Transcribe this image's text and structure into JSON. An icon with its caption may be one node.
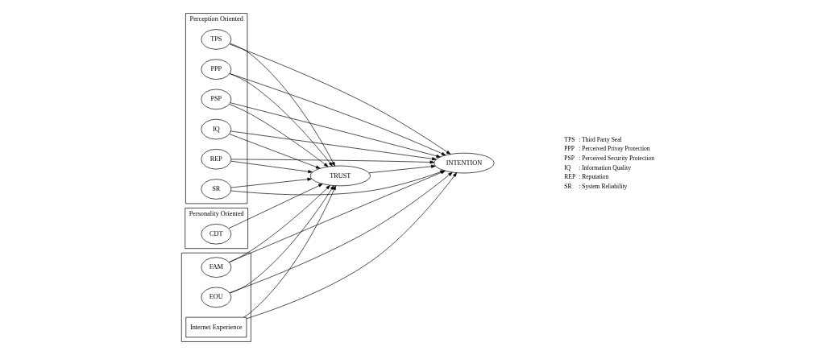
{
  "diagram": {
    "nodes": [
      {
        "text": [
          "Perception Oriented"
        ]
      },
      {
        "text": [
          "TPS"
        ],
        "in": 0
      },
      {
        "text": [
          "PPP"
        ],
        "in": 0
      },
      {
        "text": [
          "PSP"
        ],
        "in": 0
      },
      {
        "text": [
          "IQ"
        ],
        "in": 0
      },
      {
        "text": [
          "REP"
        ],
        "in": 0
      },
      {
        "text": [
          "SR"
        ],
        "in": 0
      },
      {
        "text": [
          "Personality Oriented"
        ]
      },
      {
        "text": [
          "CDT"
        ],
        "in": 7
      },
      {
        "text": [
          "TRUST"
        ]
      },
      {
        "text": [
          "INTENTION"
        ]
      },
      {
        "text": [],
        "shape": "box"
      },
      {
        "text": [
          "FAM"
        ],
        "in": 11
      },
      {
        "text": [
          "EOU"
        ],
        "in": 11
      },
      {
        "text": [
          "Internet Experience"
        ],
        "in": 11
      }
    ],
    "edges": [
      {
        "from": 1,
        "to": 9,
        "arrow": "to"
      },
      {
        "from": 1,
        "to": 10,
        "arrow": "to"
      },
      {
        "from": 2,
        "to": 9,
        "arrow": "to"
      },
      {
        "from": 2,
        "to": 10,
        "arrow": "to"
      },
      {
        "from": 3,
        "to": 9,
        "arrow": "to"
      },
      {
        "from": 3,
        "to": 10,
        "arrow": "to"
      },
      {
        "from": 4,
        "to": 9,
        "arrow": "to"
      },
      {
        "from": 4,
        "to": 10,
        "arrow": "to"
      },
      {
        "from": 5,
        "to": 9,
        "arrow": "to"
      },
      {
        "from": 5,
        "to": 10,
        "arrow": "to"
      },
      {
        "from": 6,
        "to": 9,
        "arrow": "to"
      },
      {
        "from": 6,
        "to": 10,
        "arrow": "to"
      },
      {
        "from": 8,
        "to": 9,
        "arrow": "to"
      },
      {
        "from": 9,
        "to": 10,
        "arrow": "to"
      },
      {
        "from": 12,
        "to": 9,
        "arrow": "to"
      },
      {
        "from": 12,
        "to": 10,
        "arrow": "to"
      },
      {
        "from": 13,
        "to": 9,
        "arrow": "to"
      },
      {
        "from": 13,
        "to": 10,
        "arrow": "to"
      },
      {
        "from": 14,
        "to": 9,
        "arrow": "to"
      },
      {
        "from": 14,
        "to": 10,
        "arrow": "to"
      }
    ],
    "labels": [
      "TPS",
      ": Third Party Seal",
      "PPP",
      ": Perceived Privay Protection",
      "PSP",
      ": Perceived Security Protection",
      "IQ",
      ": Information Quality",
      "REP",
      ": Reputation",
      "SR",
      ": System Reliability"
    ]
  }
}
